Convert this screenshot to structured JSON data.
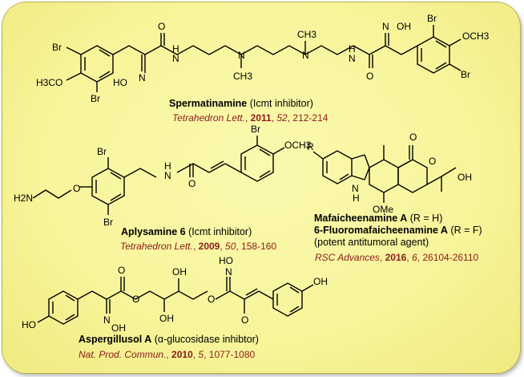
{
  "compounds": {
    "spermatinamine": {
      "name": "Spermatinamine",
      "note": "(Icmt inhibitor)",
      "ref_journal": "Tetrahedron Lett.",
      "ref_year": "2011",
      "ref_volume": "52",
      "ref_pages": "212-214",
      "atoms": {
        "br1": "Br",
        "br2": "Br",
        "br3": "Br",
        "br4": "Br",
        "h3co": "H3CO",
        "och3": "OCH3",
        "o1": "O",
        "o2": "O",
        "nh1": "H",
        "n1": "N",
        "n2": "N",
        "nh2": "H",
        "ch3a": "CH3",
        "ch3b": "CH3",
        "hon": "HO",
        "noh_n": "N",
        "noh_o": "OH",
        "n_oxime2": "N"
      }
    },
    "aplysamine6": {
      "name": "Aplysamine 6",
      "note": "(Icmt inhibitor)",
      "ref_journal": "Tetrahedron Lett.",
      "ref_year": "2009",
      "ref_volume": "50",
      "ref_pages": "158-160",
      "atoms": {
        "br1": "Br",
        "br2": "Br",
        "br3": "Br",
        "h2n": "H2N",
        "o_ether": "O",
        "och3": "OCH3",
        "nh": "H",
        "o_amide": "O",
        "n_amide": "N"
      }
    },
    "mafaicheenamine": {
      "name_a": "Mafaicheenamine A",
      "note_a": "(R = H)",
      "name_b": "6-Fluoromafaicheenamine A",
      "note_b": "(R = F)",
      "note_c": "(potent antitumoral agent)",
      "ref_journal": "RSC Advances",
      "ref_year": "2016",
      "ref_volume": "6",
      "ref_pages": "26104-26110",
      "atoms": {
        "r": "R",
        "o_carbonyl": "O",
        "o_ring": "O",
        "nh": "H",
        "n": "N",
        "ome": "OMe",
        "oh": "OH"
      }
    },
    "aspergillusol": {
      "name": "Aspergillusol A",
      "note": "(α-glucosidase inhibtor)",
      "ref_journal": "Nat. Prod. Commun.",
      "ref_year": "2010",
      "ref_volume": "5",
      "ref_pages": "1077-1080",
      "atoms": {
        "ho1": "HO",
        "oh_right": "OH",
        "noh1": "N",
        "noh1_oh": "OH",
        "o1": "O",
        "o2": "O",
        "o3": "O",
        "o4": "O",
        "oh_a": "OH",
        "oh_b": "OH",
        "hon2": "HO",
        "n2": "N"
      }
    }
  }
}
